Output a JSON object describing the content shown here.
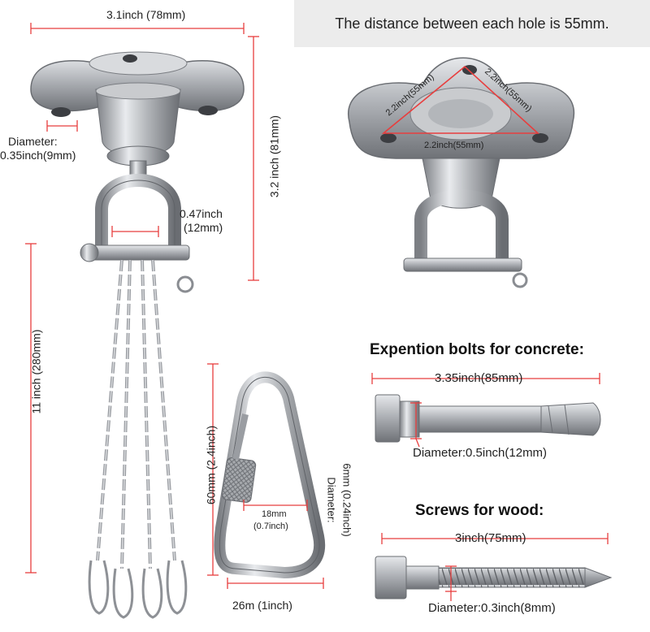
{
  "colors": {
    "dimension_line": "#e83e3e",
    "metal": "#b9bcc0",
    "metal_dark": "#6d7075",
    "note_bg": "#ececec"
  },
  "note": "The distance between each hole is 55mm.",
  "mount": {
    "width": "3.1inch (78mm)",
    "height": "3.2 inch (81mm)",
    "hole_diameter_label": "Diameter:",
    "hole_diameter_value": "0.35inch(9mm)",
    "shackle_pin": "0.47inch",
    "shackle_pin_mm": "(12mm)",
    "chain_length": "11 inch (280mm)"
  },
  "top_plate": {
    "side_a": "2.2inch(55mm)",
    "side_b": "2.2inch(55mm)",
    "side_c": "2.2inch(55mm)"
  },
  "carabiner": {
    "length": "60mm (2.4inch)",
    "width": "26m (1inch)",
    "gate": "18mm",
    "gate_inch": "(0.7inch)",
    "diameter_line1": "Diameter:",
    "diameter_line2": "6mm (0.24inch)"
  },
  "bolts": {
    "heading": "Expention bolts for concrete:",
    "length": "3.35inch(85mm)",
    "diameter": "Diameter:0.5inch(12mm)"
  },
  "screws": {
    "heading": "Screws for wood:",
    "length": "3inch(75mm)",
    "diameter": "Diameter:0.3inch(8mm)"
  }
}
